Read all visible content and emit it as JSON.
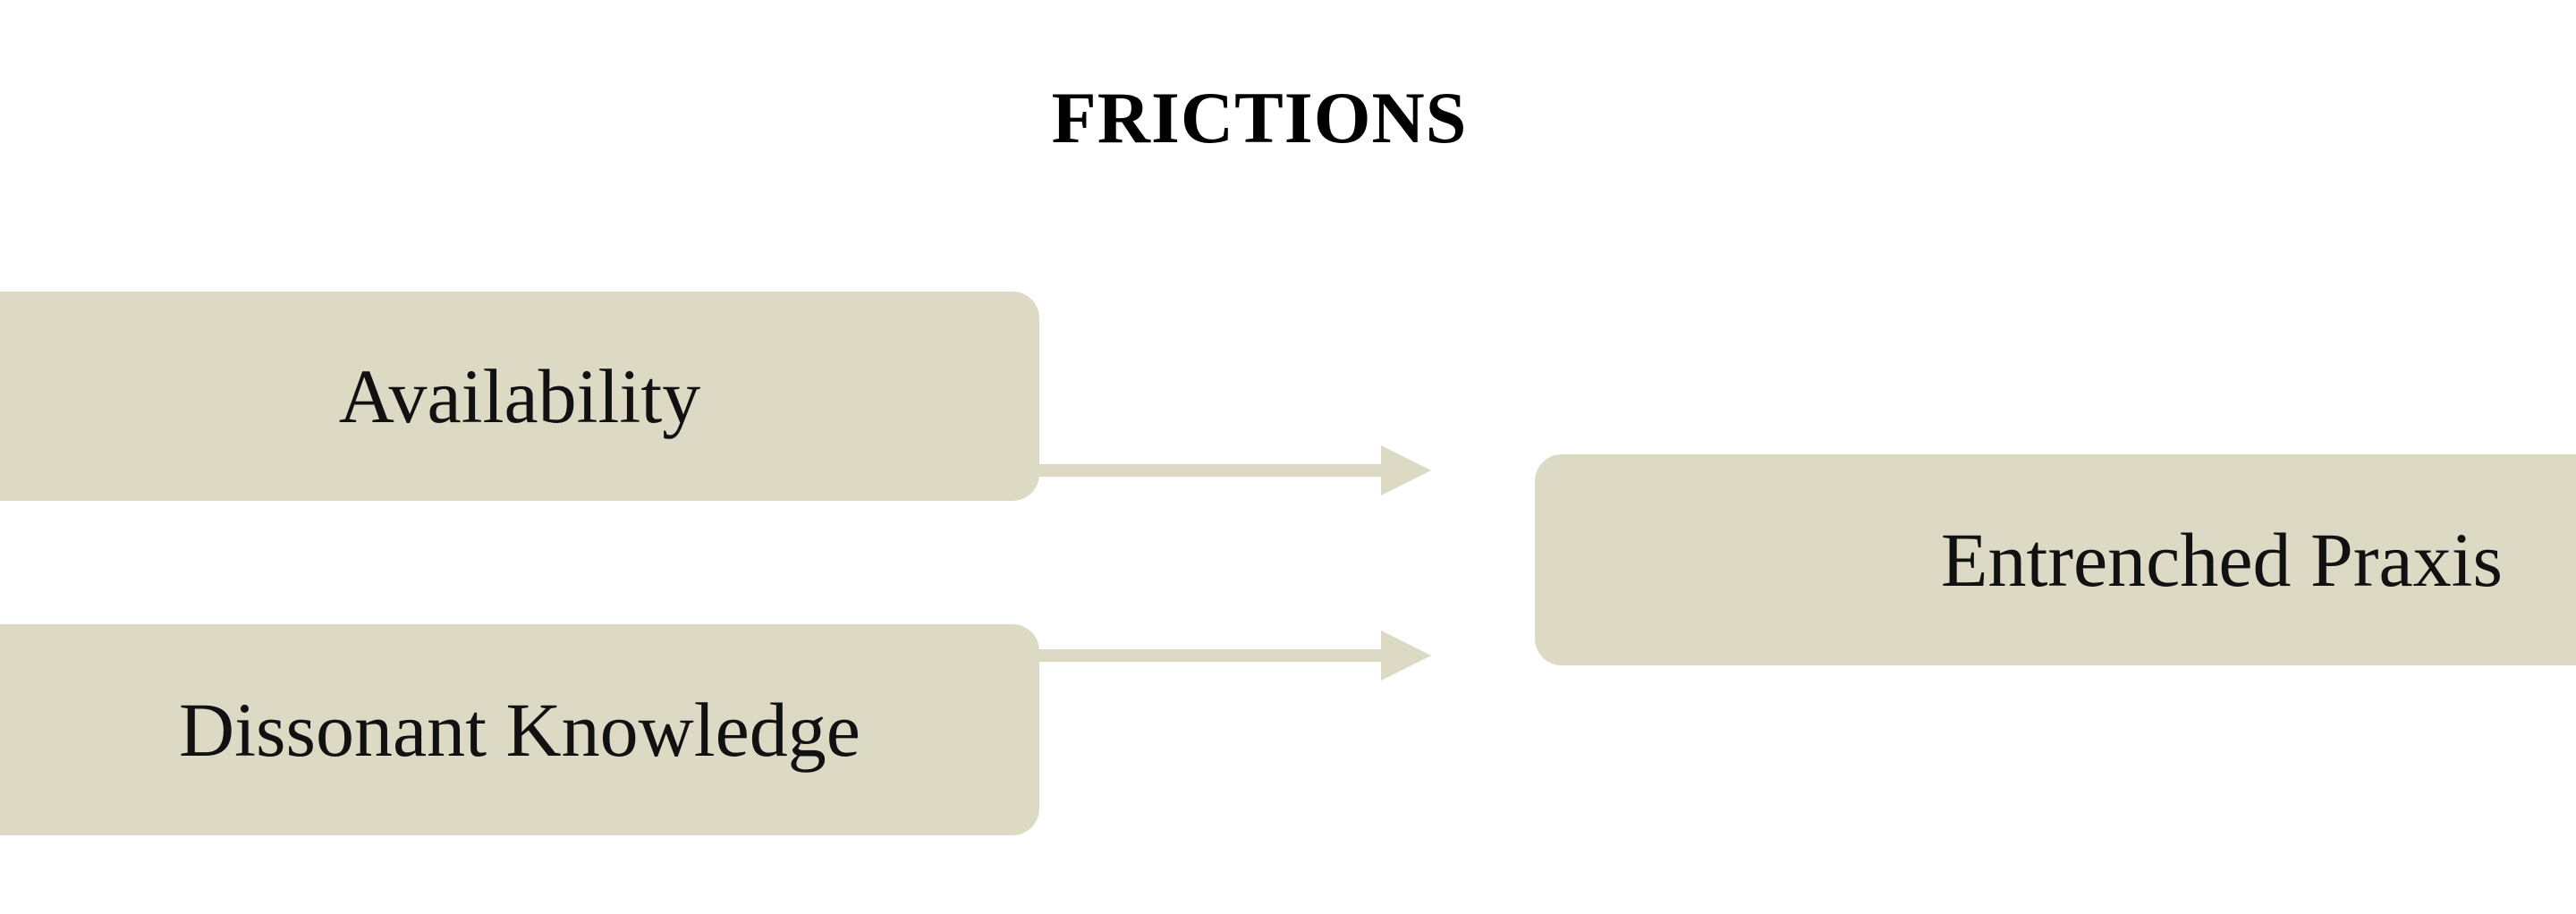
{
  "title": "FRICTIONS",
  "nodes": {
    "availability": "Availability",
    "dissonant_knowledge": "Dissonant Knowledge",
    "entrenched_praxis": "Entrenched Praxis"
  },
  "colors": {
    "box_fill": "#dcdac5",
    "arrow": "#dcdac5",
    "text": "#111111"
  }
}
